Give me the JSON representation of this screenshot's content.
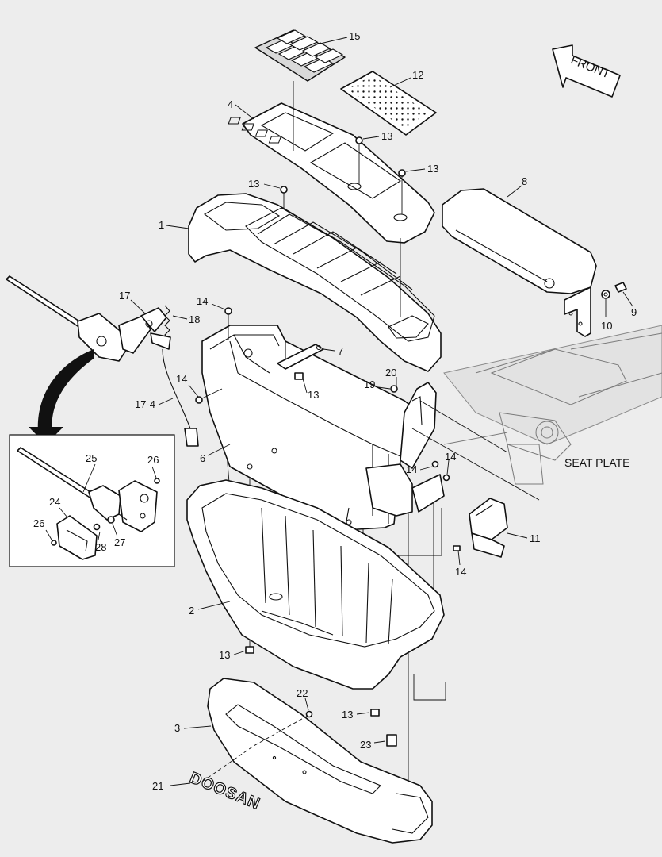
{
  "diagram": {
    "callouts": {
      "c1": "1",
      "c2": "2",
      "c3": "3",
      "c4": "4",
      "c6": "6",
      "c7": "7",
      "c8": "8",
      "c9": "9",
      "c10": "10",
      "c11": "11",
      "c12": "12",
      "c13a": "13",
      "c13b": "13",
      "c13c": "13",
      "c13d": "13",
      "c13e": "13",
      "c13f": "13",
      "c14a": "14",
      "c14b": "14",
      "c14c": "14",
      "c14d": "14",
      "c14e": "14",
      "c15": "15",
      "c17": "17",
      "c17_4": "17-4",
      "c18": "18",
      "c19": "19",
      "c20": "20",
      "c21": "21",
      "c22": "22",
      "c23": "23",
      "c24": "24",
      "c25": "25",
      "c26a": "26",
      "c26b": "26",
      "c27": "27",
      "c28": "28"
    },
    "front_label": "FRONT",
    "seat_plate_label": "SEAT PLATE",
    "logo_text": "DOOSAN"
  }
}
